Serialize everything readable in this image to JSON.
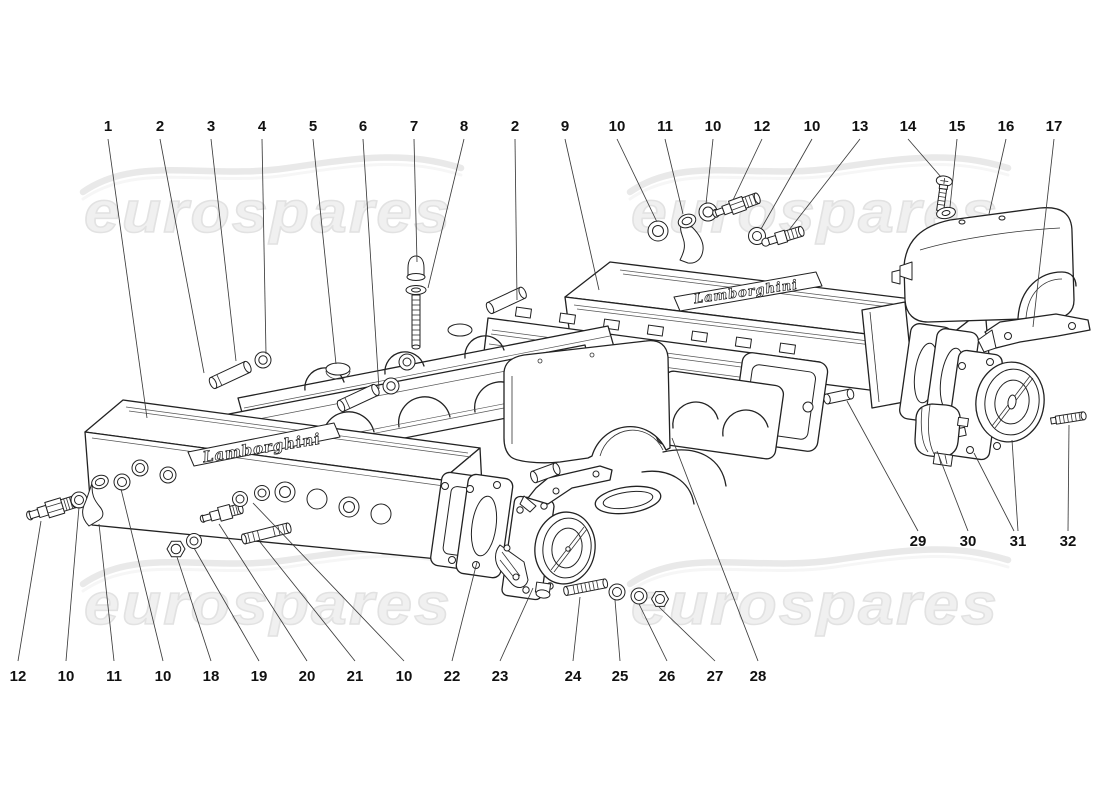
{
  "diagram": {
    "watermark": "eurospares",
    "brand_script": "Lamborghini"
  },
  "callouts": {
    "top": [
      "1",
      "2",
      "3",
      "4",
      "5",
      "6",
      "7",
      "8",
      "2",
      "9",
      "10",
      "11",
      "10",
      "12",
      "10",
      "13",
      "14",
      "15",
      "16",
      "17"
    ],
    "bottom": [
      "12",
      "10",
      "11",
      "10",
      "18",
      "19",
      "20",
      "21",
      "10",
      "22",
      "23",
      "24",
      "25",
      "26",
      "27",
      "28"
    ],
    "right": [
      "29",
      "30",
      "31",
      "32"
    ]
  }
}
